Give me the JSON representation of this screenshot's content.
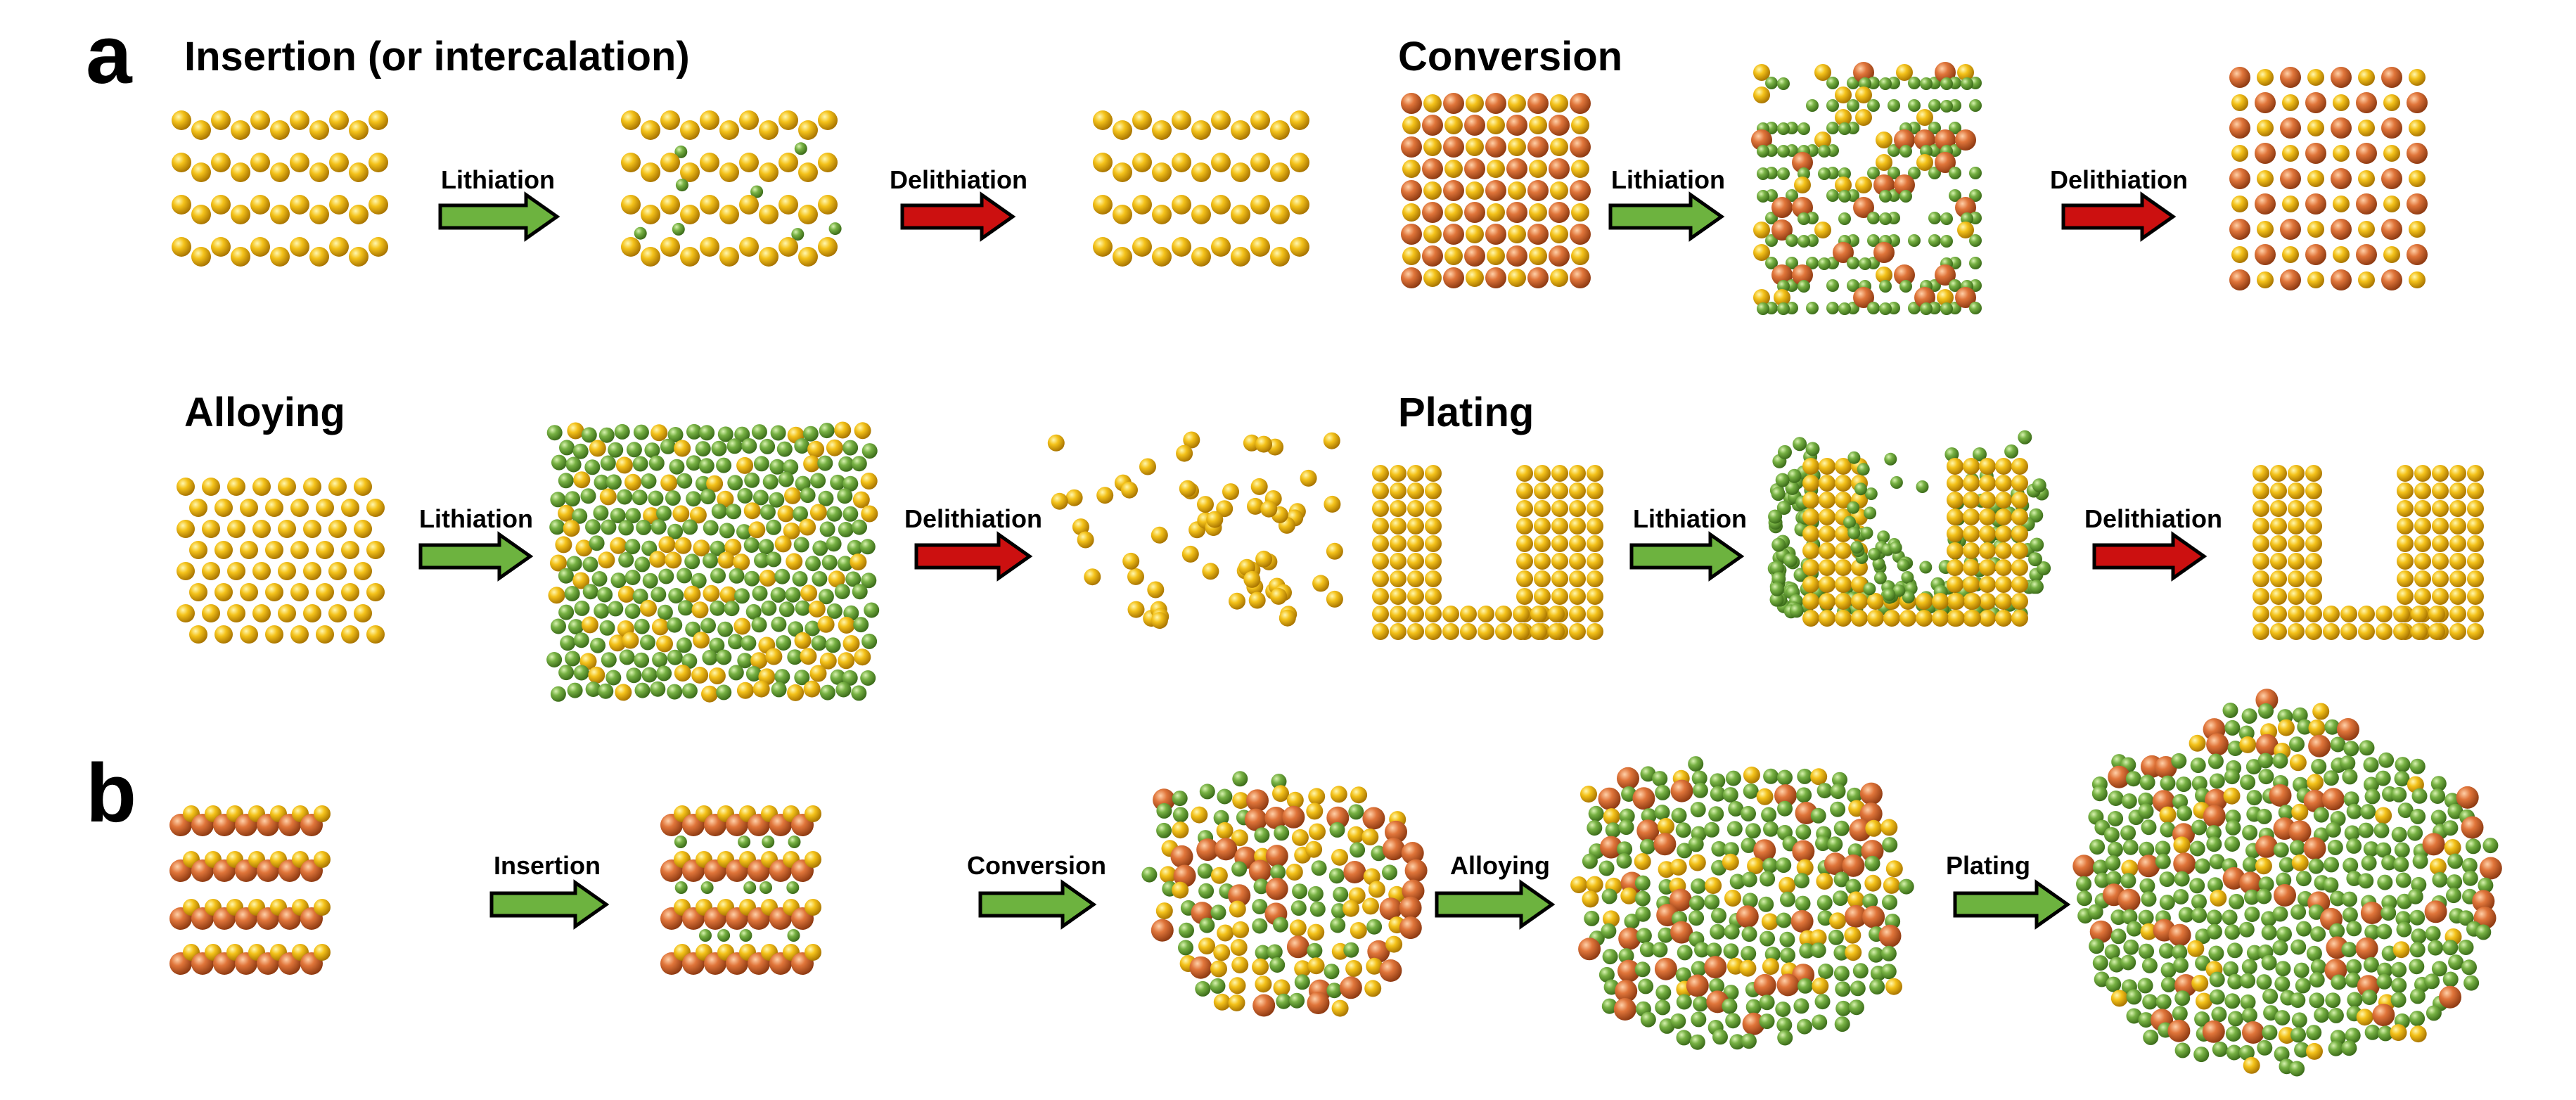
{
  "panel_a": {
    "letter": "a",
    "insertion": {
      "title": "Insertion (or intercalation)",
      "step1": "Lithiation",
      "step2": "Delithiation"
    },
    "conversion": {
      "title": "Conversion",
      "step1": "Lithiation",
      "step2": "Delithiation"
    },
    "alloying": {
      "title": "Alloying",
      "step1": "Lithiation",
      "step2": "Delithiation"
    },
    "plating": {
      "title": "Plating",
      "step1": "Lithiation",
      "step2": "Delithiation"
    }
  },
  "panel_b": {
    "letter": "b",
    "steps": [
      "Insertion",
      "Conversion",
      "Alloying",
      "Plating"
    ]
  },
  "colors": {
    "host_atom": "#f0b400",
    "transition_metal_atom": "#d8682e",
    "lithium_atom": "#6aa336",
    "lithiation_arrow": "#6db33f",
    "delithiation_arrow": "#cc1010",
    "arrow_outline": "#000000"
  },
  "legend_semantics": {
    "host_atom": "yellow-atom-icon",
    "transition_metal_atom": "orange-atom-icon",
    "lithium_atom": "green-atom-icon"
  }
}
